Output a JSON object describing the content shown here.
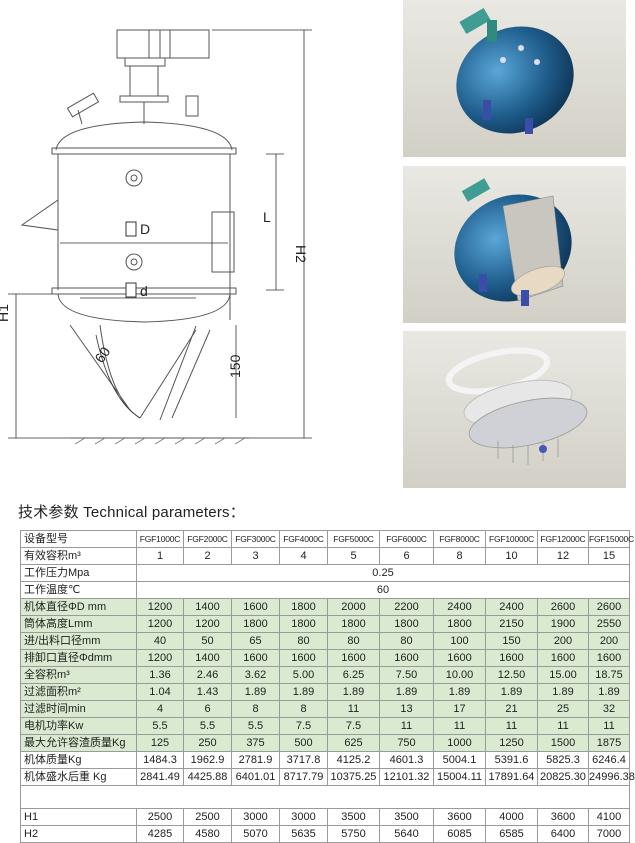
{
  "drawing": {
    "dim_D": "D",
    "dim_d": "d",
    "dim_L": "L",
    "dim_H1": "H1",
    "dim_H2": "H2",
    "angle": "60",
    "dim_150": "150"
  },
  "photos": [
    {
      "icon": "reactor-vessel-3d-image"
    },
    {
      "icon": "reactor-cutaway-3d-image"
    },
    {
      "icon": "filter-plate-exploded-3d-image"
    }
  ],
  "section_title": "技术参数 Technical parameters：",
  "table": {
    "header_label": "设备型号",
    "models": [
      "FGF1000C",
      "FGF2000C",
      "FGF3000C",
      "FGF4000C",
      "FGF5000C",
      "FGF6000C",
      "FGF8000C",
      "FGF10000C",
      "FGF12000C",
      "FGF15000C"
    ],
    "rows": [
      {
        "label": "有效容积m³",
        "values": [
          "1",
          "2",
          "3",
          "4",
          "5",
          "6",
          "8",
          "10",
          "12",
          "15"
        ],
        "shade": false
      },
      {
        "label": "工作压力Mpa",
        "span": "0.25",
        "shade": false
      },
      {
        "label": "工作温度℃",
        "span": "60",
        "shade": false
      },
      {
        "label": "机体直径ΦD mm",
        "values": [
          "1200",
          "1400",
          "1600",
          "1800",
          "2000",
          "2200",
          "2400",
          "2400",
          "2600",
          "2600"
        ],
        "shade": true
      },
      {
        "label": "筒体高度Lmm",
        "values": [
          "1200",
          "1200",
          "1800",
          "1800",
          "1800",
          "1800",
          "1800",
          "2150",
          "1900",
          "2550"
        ],
        "shade": true
      },
      {
        "label": "进/出料口径mm",
        "values": [
          "40",
          "50",
          "65",
          "80",
          "80",
          "80",
          "100",
          "150",
          "200",
          "200"
        ],
        "shade": true
      },
      {
        "label": "排卸口直径Φdmm",
        "values": [
          "1200",
          "1400",
          "1600",
          "1600",
          "1600",
          "1600",
          "1600",
          "1600",
          "1600",
          "1600"
        ],
        "shade": true
      },
      {
        "label": "全容积m³",
        "values": [
          "1.36",
          "2.46",
          "3.62",
          "5.00",
          "6.25",
          "7.50",
          "10.00",
          "12.50",
          "15.00",
          "18.75"
        ],
        "shade": true
      },
      {
        "label": "过滤面积m²",
        "values": [
          "1.04",
          "1.43",
          "1.89",
          "1.89",
          "1.89",
          "1.89",
          "1.89",
          "1.89",
          "1.89",
          "1.89"
        ],
        "shade": true
      },
      {
        "label": "过滤时间min",
        "values": [
          "4",
          "6",
          "8",
          "8",
          "11",
          "13",
          "17",
          "21",
          "25",
          "32"
        ],
        "shade": true
      },
      {
        "label": "电机功率Kw",
        "values": [
          "5.5",
          "5.5",
          "5.5",
          "7.5",
          "7.5",
          "11",
          "11",
          "11",
          "11",
          "11"
        ],
        "shade": true
      },
      {
        "label": "最大允许容渣质量Kg",
        "values": [
          "125",
          "250",
          "375",
          "500",
          "625",
          "750",
          "1000",
          "1250",
          "1500",
          "1875"
        ],
        "shade": true
      },
      {
        "label": "机体质量Kg",
        "values": [
          "1484.3",
          "1962.9",
          "2781.9",
          "3717.8",
          "4125.2",
          "4601.3",
          "5004.1",
          "5391.6",
          "5825.3",
          "6246.4"
        ],
        "shade": false
      },
      {
        "label": "机体盛水后重 Kg",
        "values": [
          "2841.49",
          "4425.88",
          "6401.01",
          "8717.79",
          "10375.25",
          "12101.32",
          "15004.11",
          "17891.64",
          "20825.30",
          "24996.38"
        ],
        "shade": false
      },
      {
        "label": "H1",
        "values": [
          "2500",
          "2500",
          "3000",
          "3000",
          "3500",
          "3500",
          "3600",
          "4000",
          "3600",
          "4100"
        ],
        "shade": false
      },
      {
        "label": "H2",
        "values": [
          "4285",
          "4580",
          "5070",
          "5635",
          "5750",
          "5640",
          "6085",
          "6585",
          "6400",
          "7000"
        ],
        "shade": false
      }
    ]
  }
}
